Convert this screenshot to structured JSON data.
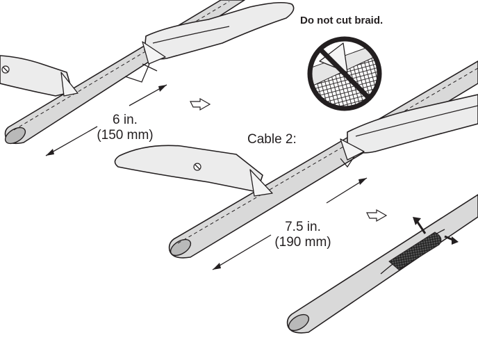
{
  "warning": {
    "text": "Do not cut braid.",
    "icon": "no-cut-braid-icon"
  },
  "cable1": {
    "length_in": "6 in.",
    "length_mm": "(150 mm)"
  },
  "cable2": {
    "label": "Cable 2:",
    "length_in": "7.5 in.",
    "length_mm": "(190 mm)"
  },
  "icons": [
    "utility-knife-icon",
    "rotate-arrow-icon",
    "braid-pattern",
    "pull-arrow-icon"
  ]
}
